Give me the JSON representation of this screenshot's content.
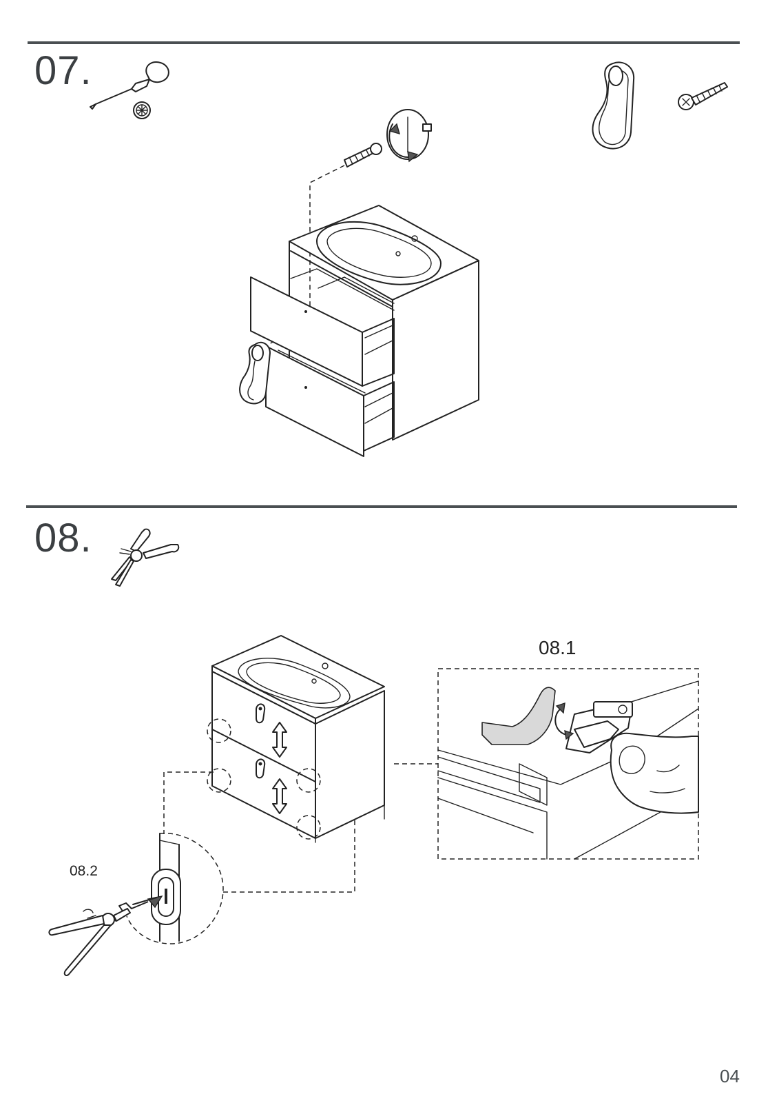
{
  "steps": [
    {
      "number": "07.",
      "tool_icon": "phillips-screwdriver-icon",
      "bit_icon": "phillips-bit-icon",
      "parts": [
        "leather-handle-icon",
        "screw-icon"
      ]
    },
    {
      "number": "08.",
      "tool_icon": "pliers-icon",
      "detail_labels": {
        "a": "08.1",
        "b": "08.2"
      }
    }
  ],
  "page_number": "04",
  "colors": {
    "rule": "#4a4f52",
    "text": "#3b3f42",
    "line_art": "#222222"
  }
}
